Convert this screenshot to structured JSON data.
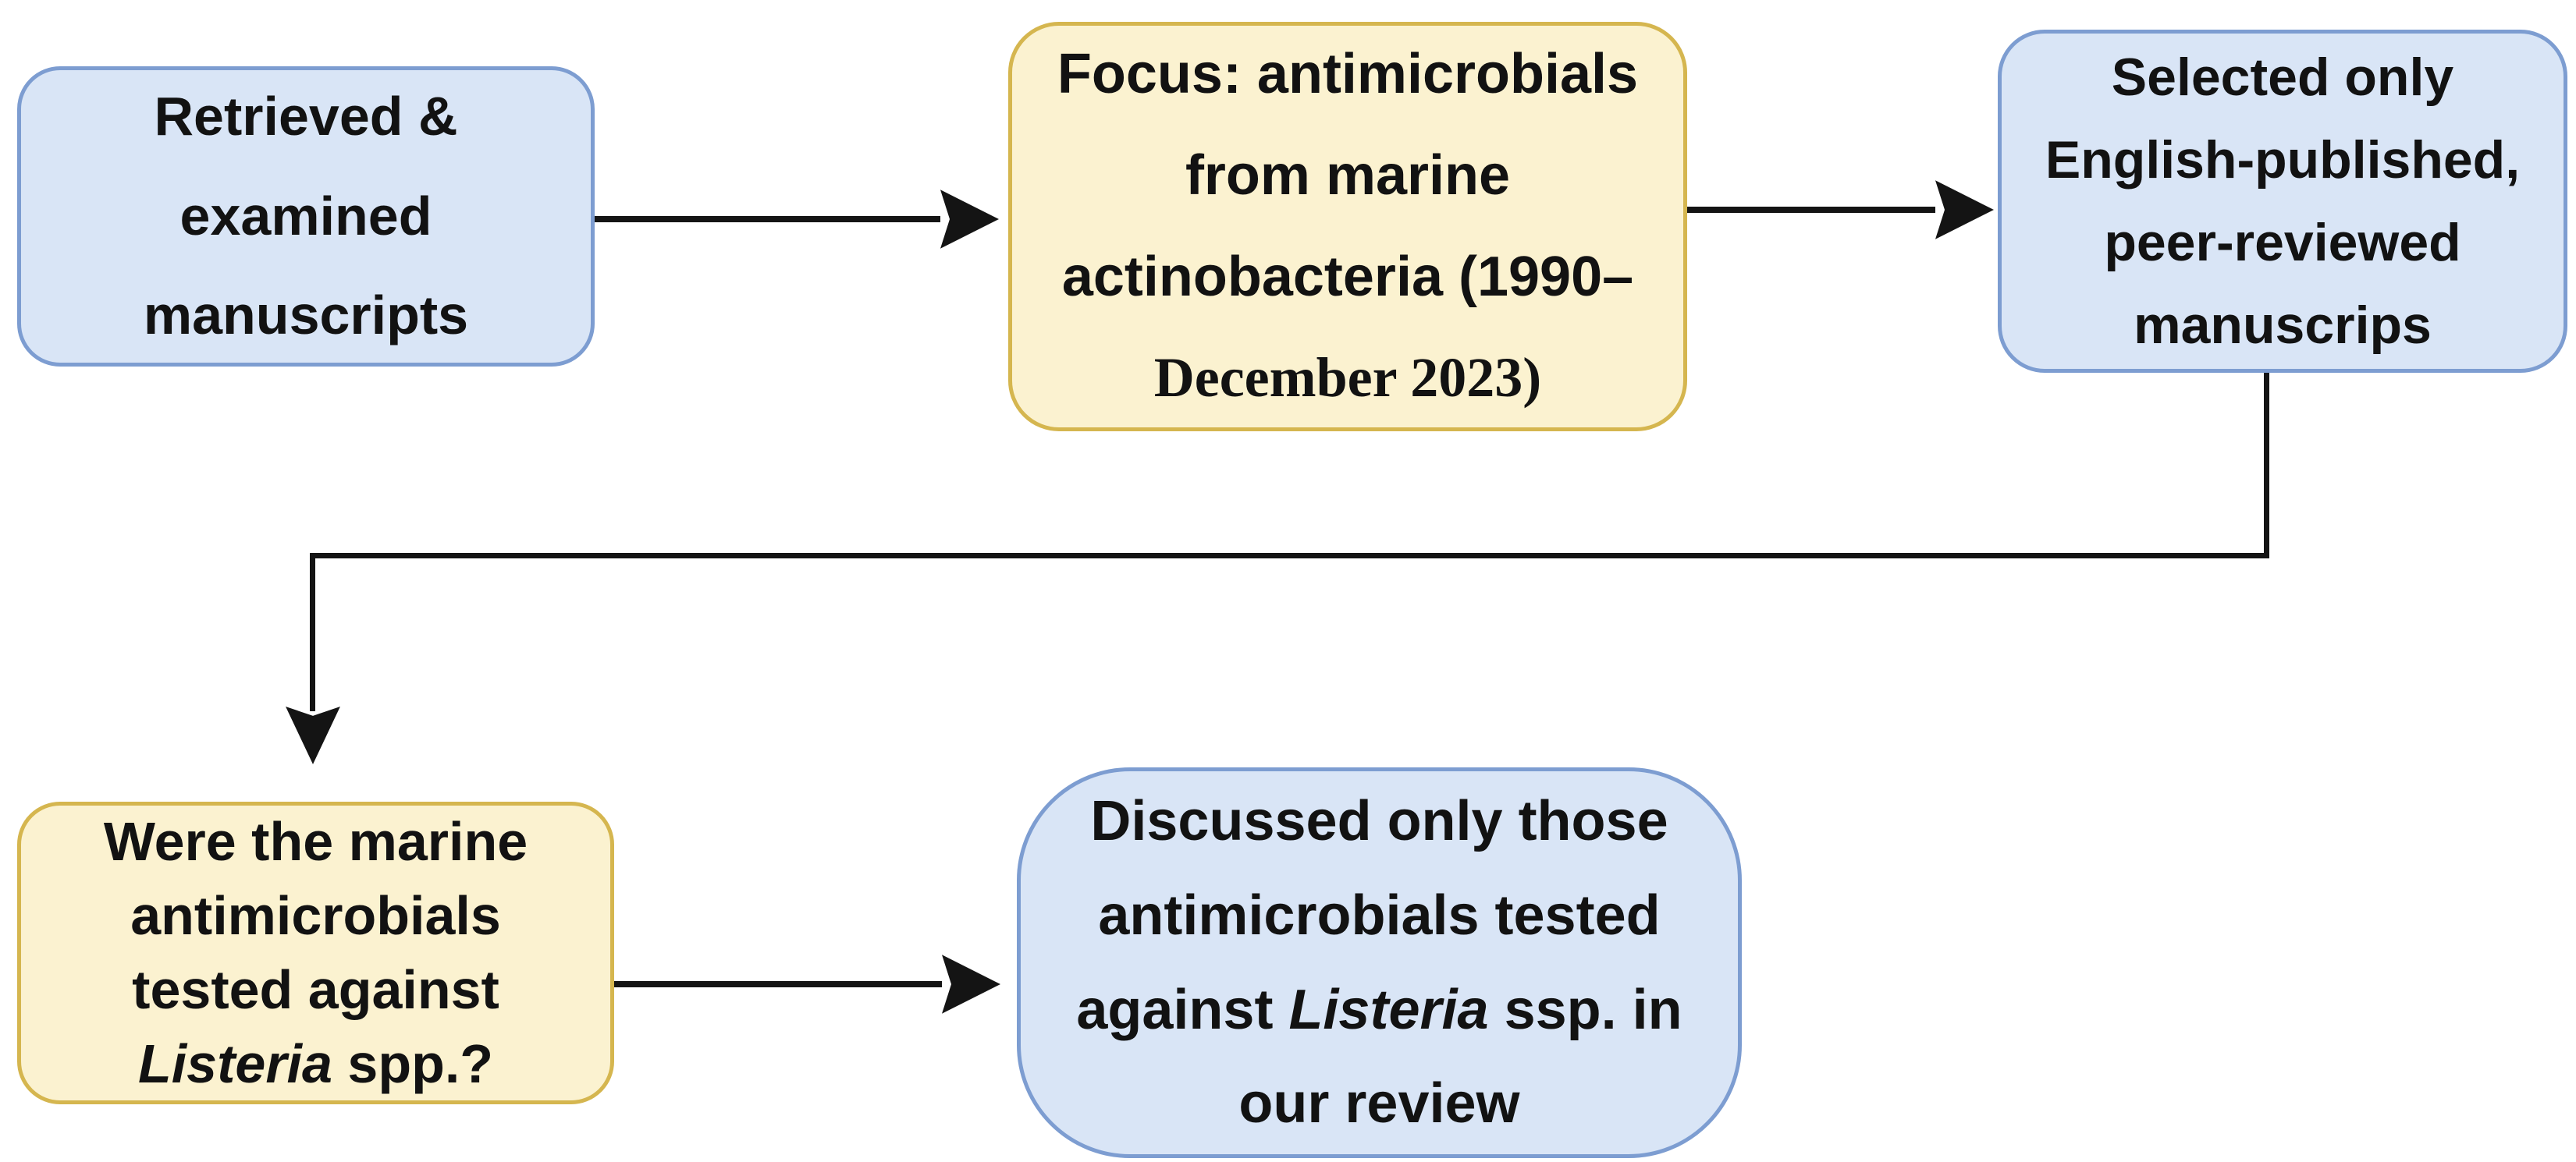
{
  "diagram": {
    "type": "flowchart",
    "nodes": [
      {
        "id": "retrieved-manuscripts",
        "style": "blue",
        "line1": "Retrieved &",
        "line2": "examined",
        "line3": "manuscripts"
      },
      {
        "id": "focus-antimicrobials",
        "style": "yellow",
        "line1": "Focus: antimicrobials",
        "line2": "from marine",
        "line3": "actinobacteria (1990–",
        "line4": "December 2023)"
      },
      {
        "id": "selected-english",
        "style": "blue",
        "line1": "Selected only",
        "line2": "English-published,",
        "line3": "peer-reviewed",
        "line4": "manuscrips"
      },
      {
        "id": "listeria-question",
        "style": "yellow",
        "line1": "Were the marine",
        "line2": "antimicrobials",
        "line3": "tested against",
        "line4_italic": "Listeria",
        "line4_rest": " spp.?"
      },
      {
        "id": "discussed-review",
        "style": "blue",
        "line1": "Discussed only those",
        "line2": "antimicrobials tested",
        "line3_pre": "against ",
        "line3_italic": "Listeria",
        "line3_post": " ssp. in",
        "line4": "our review"
      }
    ],
    "edges": [
      {
        "from": "retrieved-manuscripts",
        "to": "focus-antimicrobials",
        "type": "straight-arrow-right"
      },
      {
        "from": "focus-antimicrobials",
        "to": "selected-english",
        "type": "straight-arrow-right"
      },
      {
        "from": "selected-english",
        "to": "listeria-question",
        "type": "elbow-down-left-down-arrow"
      },
      {
        "from": "listeria-question",
        "to": "discussed-review",
        "type": "straight-arrow-right"
      }
    ]
  },
  "colors": {
    "blue_fill": "#D9E5F6",
    "blue_border": "#7D9DD1",
    "yellow_fill": "#FBF2D0",
    "yellow_border": "#D5B64F",
    "line": "#141414",
    "text": "#121212"
  }
}
